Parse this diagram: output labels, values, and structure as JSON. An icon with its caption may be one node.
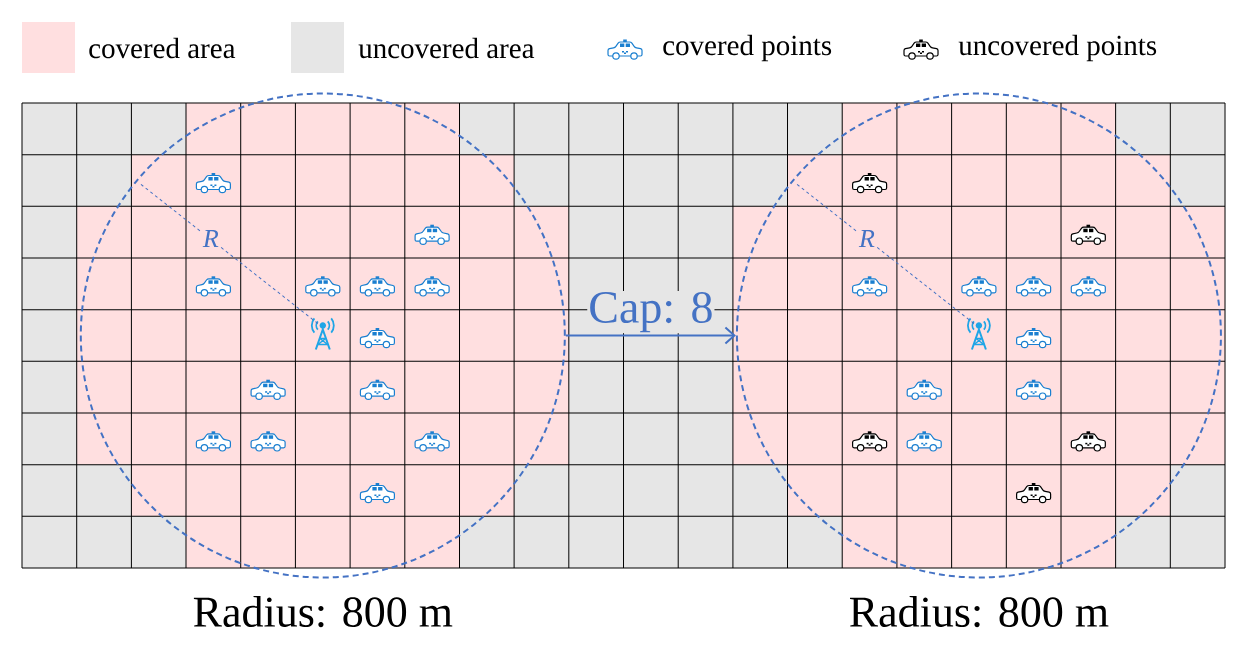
{
  "diagram": {
    "nodes": [
      {
        "text": [],
        "shape": "circle",
        "beside": [
          "Radius: 800 m"
        ]
      },
      {
        "text": [],
        "shape": "circle",
        "beside": [
          "Radius: 800 m"
        ]
      }
    ],
    "edges": [
      {
        "from": 0,
        "to": 1,
        "arrow": "to",
        "label": "Cap: 8"
      }
    ],
    "labels": [
      "R",
      "R"
    ],
    "legend": [
      {
        "text": "covered area",
        "color": "#ffdfe0"
      },
      {
        "text": "uncovered area",
        "color": "#e6e6e6"
      },
      {
        "text": "covered points"
      },
      {
        "text": "uncovered points"
      }
    ]
  }
}
